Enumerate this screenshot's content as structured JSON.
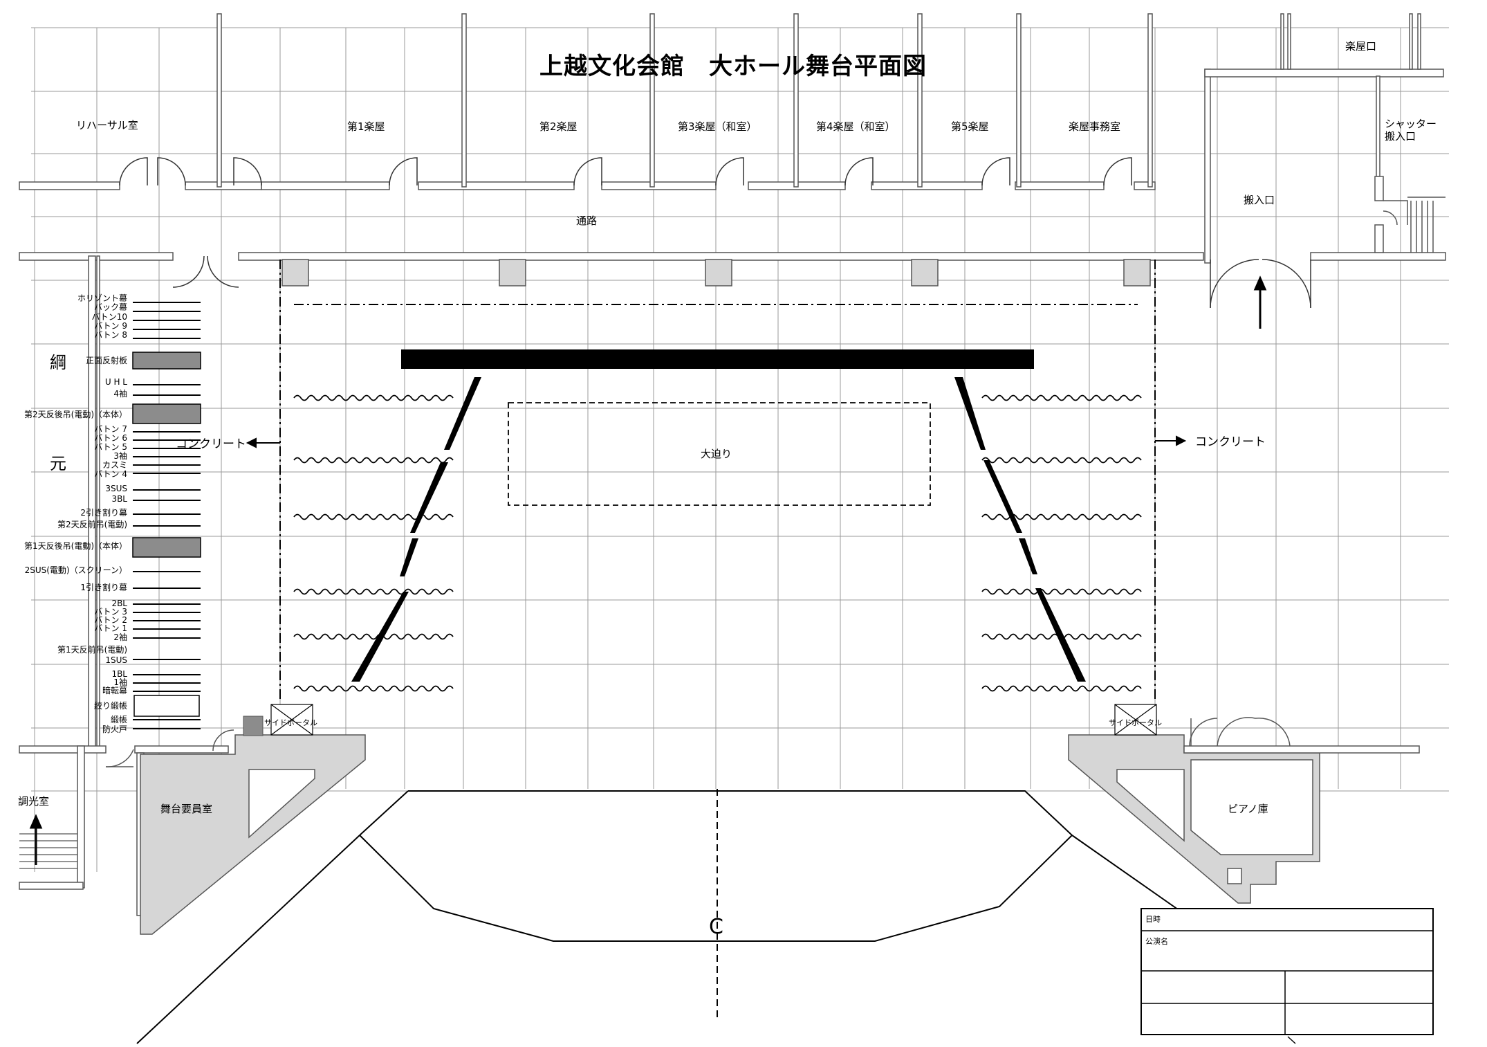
{
  "title": "上越文化会館　大ホール舞台平面図",
  "rooms": {
    "rehearsal": "リハーサル室",
    "dressing1": "第1楽屋",
    "dressing2": "第2楽屋",
    "dressing3": "第3楽屋（和室）",
    "dressing4": "第4楽屋（和室）",
    "dressing5": "第5楽屋",
    "office": "楽屋事務室",
    "gakuya_entrance": "楽屋口",
    "shutter": "シャッター",
    "shutter2": "搬入口",
    "loading": "搬入口",
    "corridor": "通路",
    "stage_staff": "舞台要員室",
    "light_control": "調光室",
    "piano": "ピアノ庫"
  },
  "stage": {
    "lift": "大迫り",
    "concrete_left": "コンクリート",
    "concrete_right": "コンクリート",
    "side_portal_left": "サイドポータル",
    "side_portal_right": "サイドポータル",
    "center": "C"
  },
  "flyrail": {
    "char1": "綱",
    "char2": "元",
    "items": [
      "ホリゾント幕",
      "バック幕",
      "バトン10",
      "バトン 9",
      "バトン 8",
      "正面反射板",
      "U H L",
      "4袖",
      "第2天反後吊(電動)（本体）",
      "バトン 7",
      "バトン 6",
      "バトン 5",
      "3袖",
      "カスミ",
      "バトン 4",
      "3SUS",
      "3BL",
      "2引き割り幕",
      "第2天反前吊(電動)",
      "第1天反後吊(電動)（本体）",
      "2SUS(電動)（スクリーン）",
      "1引き割り幕",
      "2BL",
      "バトン 3",
      "バトン 2",
      "バトン 1",
      "2袖",
      "第1天反前吊(電動)",
      "1SUS",
      "1BL",
      "1袖",
      "暗転幕",
      "絞り緞帳",
      "緞帳",
      "防火戸"
    ]
  },
  "title_block": {
    "date_label": "日時",
    "performance_label": "公演名"
  }
}
